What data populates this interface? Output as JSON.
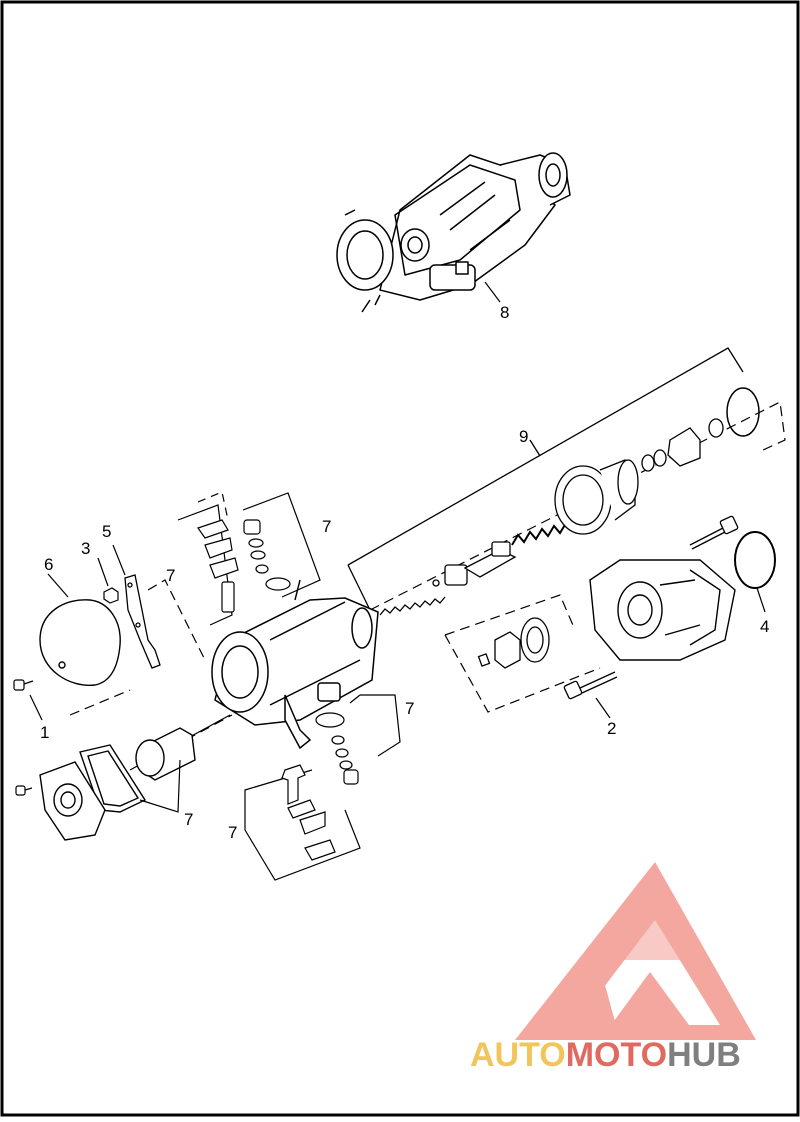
{
  "diagram": {
    "callouts": {
      "c1": "1",
      "c2": "2",
      "c3": "3",
      "c4": "4",
      "c5": "5",
      "c6": "6",
      "c7a": "7",
      "c7b": "7",
      "c7c": "7",
      "c7d": "7",
      "c7e": "7",
      "c8": "8",
      "c9": "9"
    }
  },
  "watermark": {
    "part1": "AUTO",
    "part2": "MOTO",
    "part3": "HUB",
    "colors": {
      "auto": "#f2c55a",
      "moto": "#e06a5f",
      "hub": "#7f7f7f",
      "logo": "#f08a80"
    }
  }
}
